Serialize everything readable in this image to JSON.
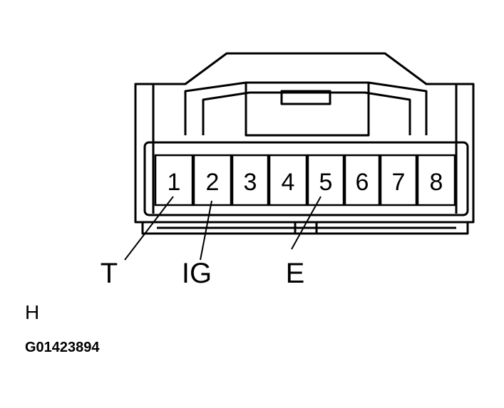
{
  "connector": {
    "pins": [
      {
        "number": "1"
      },
      {
        "number": "2"
      },
      {
        "number": "3"
      },
      {
        "number": "4"
      },
      {
        "number": "5"
      },
      {
        "number": "6"
      },
      {
        "number": "7"
      },
      {
        "number": "8"
      }
    ],
    "callouts": [
      {
        "label": "T",
        "pin": "1"
      },
      {
        "label": "IG",
        "pin": "2"
      },
      {
        "label": "E",
        "pin": "5"
      }
    ]
  },
  "connector_mark": "H",
  "figure_code": "G01423894",
  "colors": {
    "line": "#000000",
    "background": "#ffffff"
  }
}
